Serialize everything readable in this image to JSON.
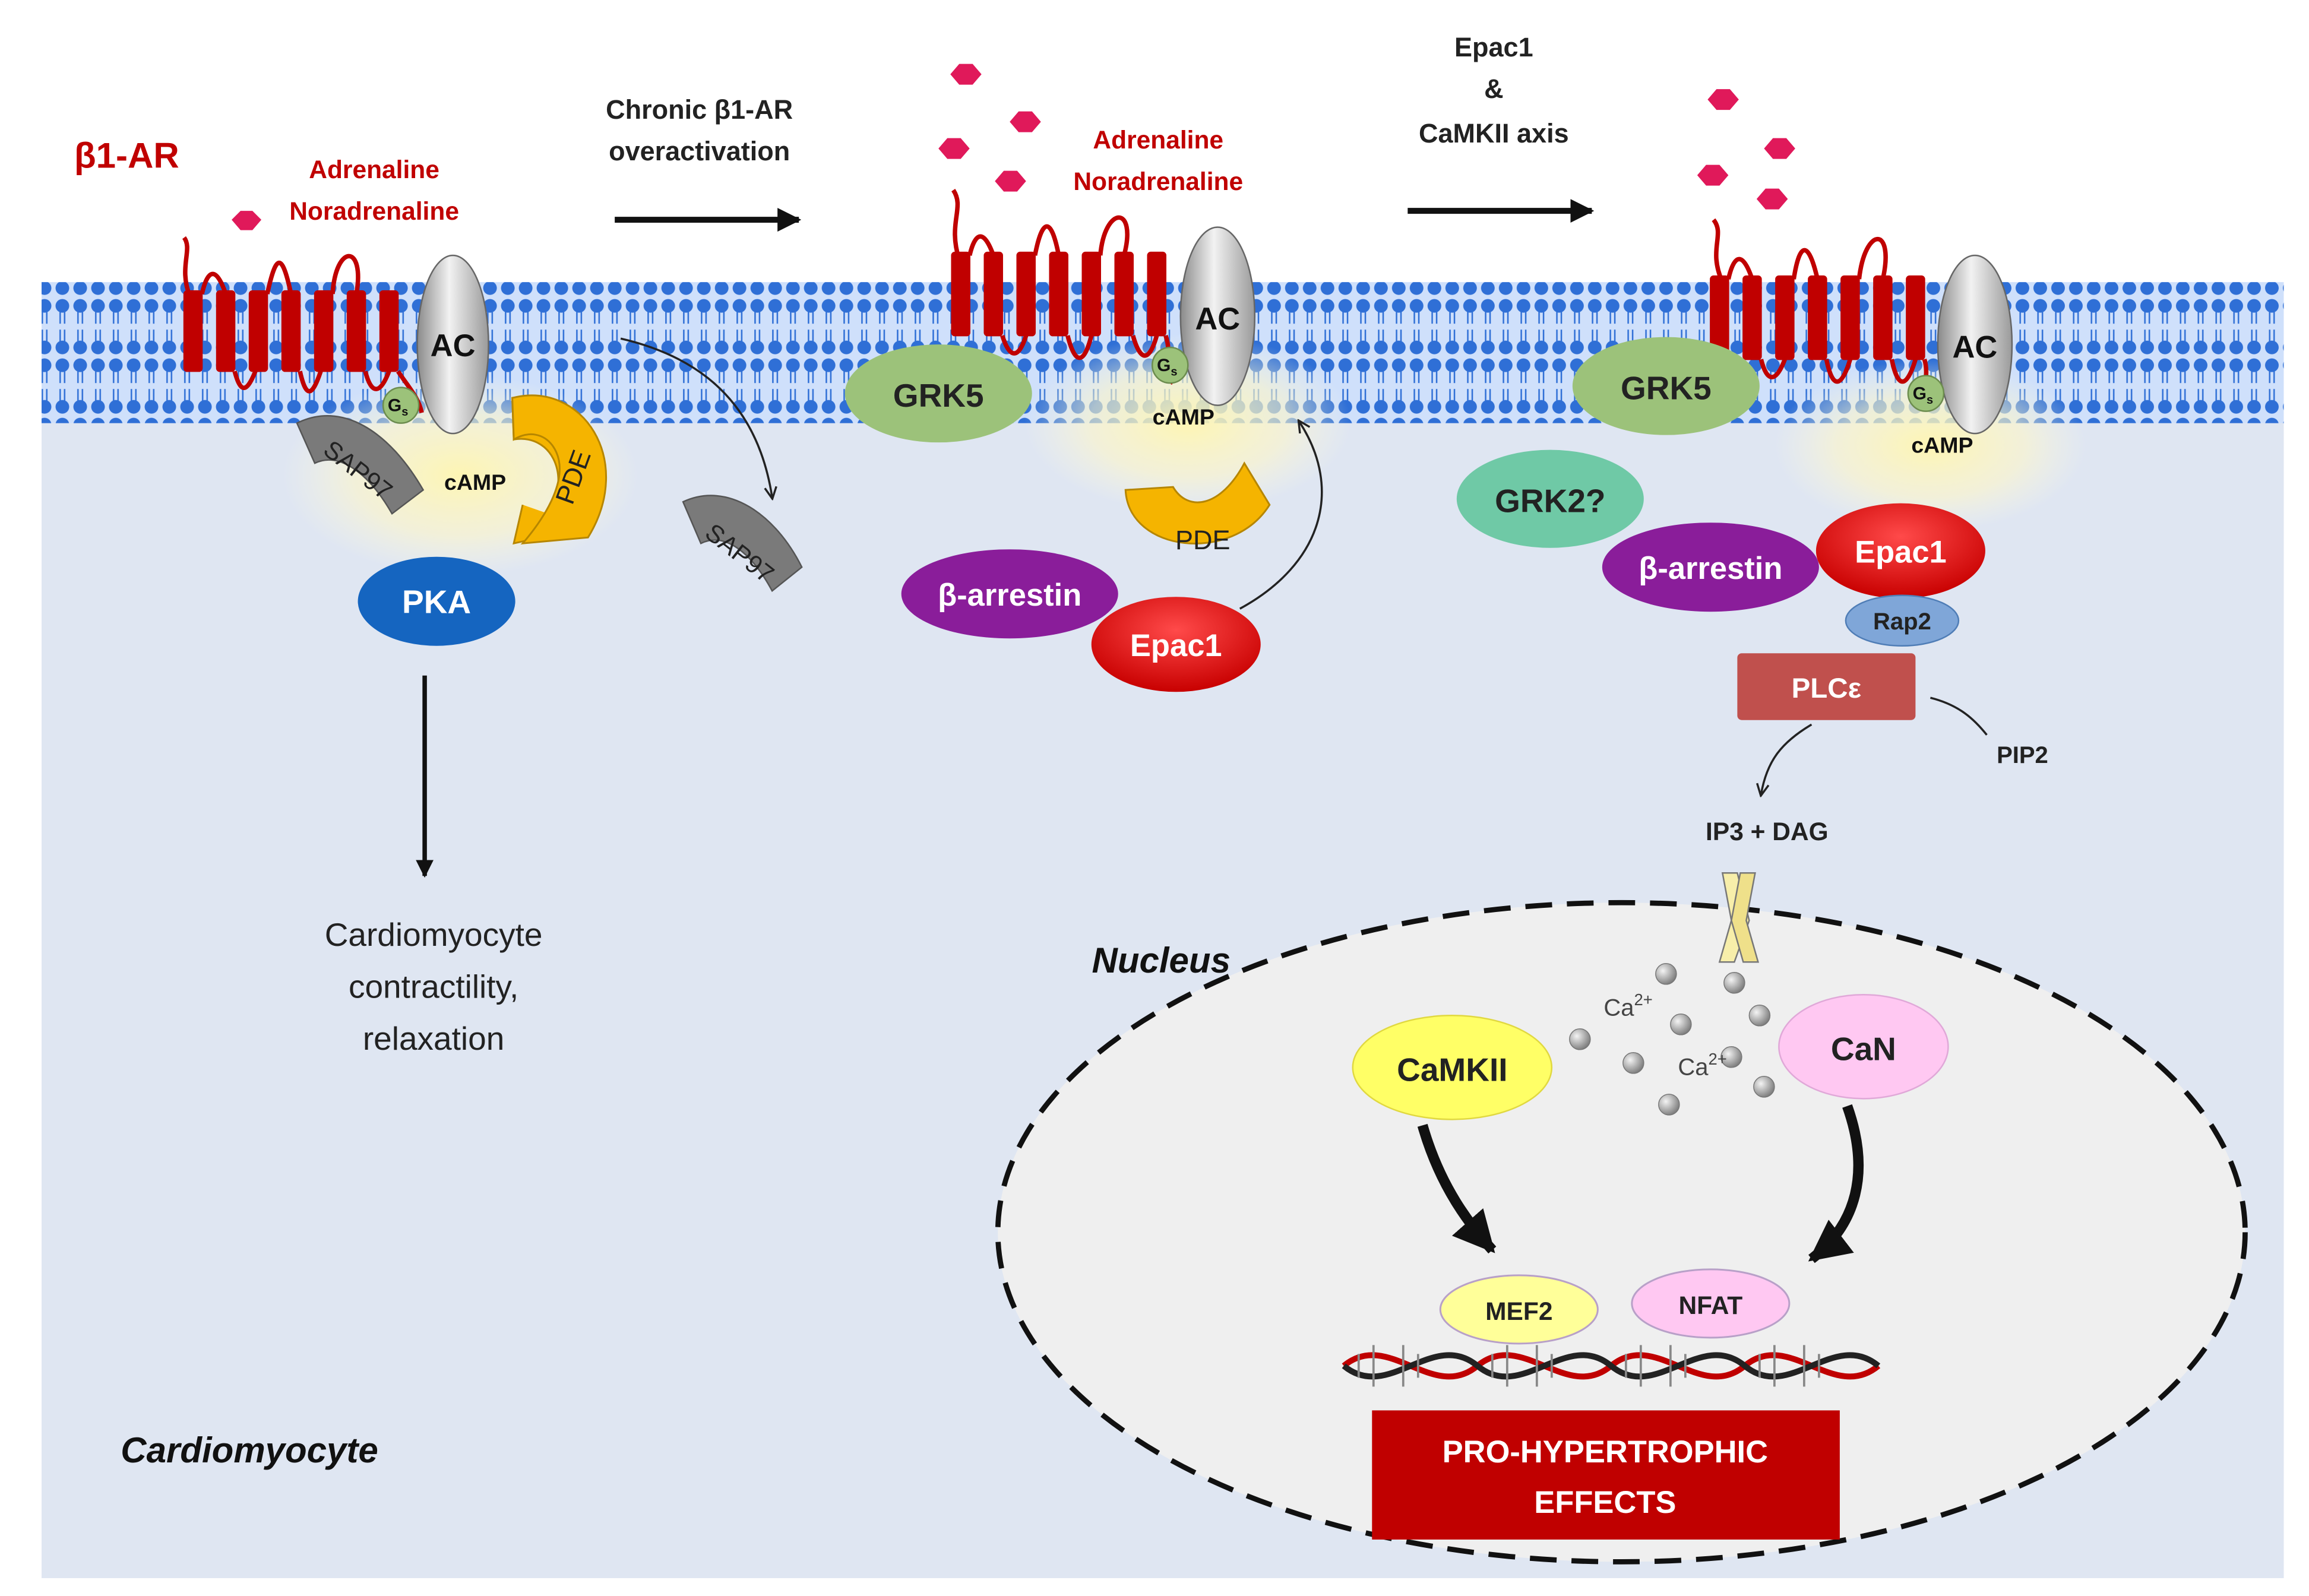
{
  "diagram": {
    "receptor_label": "β1-AR",
    "ligand_label_1": "Adrenaline",
    "ligand_label_2": "Noradrenaline",
    "transition_1_line1": "Chronic β1-AR",
    "transition_1_line2": "overactivation",
    "transition_2_line1": "Epac1",
    "transition_2_line2": "&",
    "transition_2_line3": "CaMKII axis",
    "ac": "AC",
    "gs": "G",
    "gs_sub": "s",
    "camp": "cAMP",
    "pde": "PDE",
    "sap97": "SAP97",
    "pka": "PKA",
    "grk5": "GRK5",
    "grk2": "GRK2?",
    "beta_arrestin": "β-arrestin",
    "epac1": "Epac1",
    "rap2": "Rap2",
    "plc": "PLCε",
    "pip2": "PIP2",
    "ip3_dag": "IP3 + DAG",
    "outcome_line1": "Cardiomyocyte",
    "outcome_line2": "contractility,",
    "outcome_line3": "relaxation",
    "nucleus": "Nucleus",
    "calcium": "Ca",
    "calcium_sup": "2+",
    "camkii": "CaMKII",
    "can": "CaN",
    "mef2": "MEF2",
    "nfat": "NFAT",
    "effects_line1": "PRO-HYPERTROPHIC",
    "effects_line2": "EFFECTS",
    "cell_label": "Cardiomyocyte"
  },
  "colors": {
    "receptor": "#c00000",
    "label_red": "#c00000",
    "ligand": "#e0195a",
    "membrane": "#2f6fd6",
    "cytoplasm": "#dfe6f2",
    "nucleus": "#efefef",
    "pka": "#1565c0",
    "grk5": "#9cc27a",
    "grk2": "#6fc9a6",
    "arrestin": "#8a1d9a",
    "epac": "#e50000",
    "camkii": "#ffff66",
    "can": "#ffc8f2",
    "plc": "#c0504d",
    "effects": "#c00000"
  }
}
